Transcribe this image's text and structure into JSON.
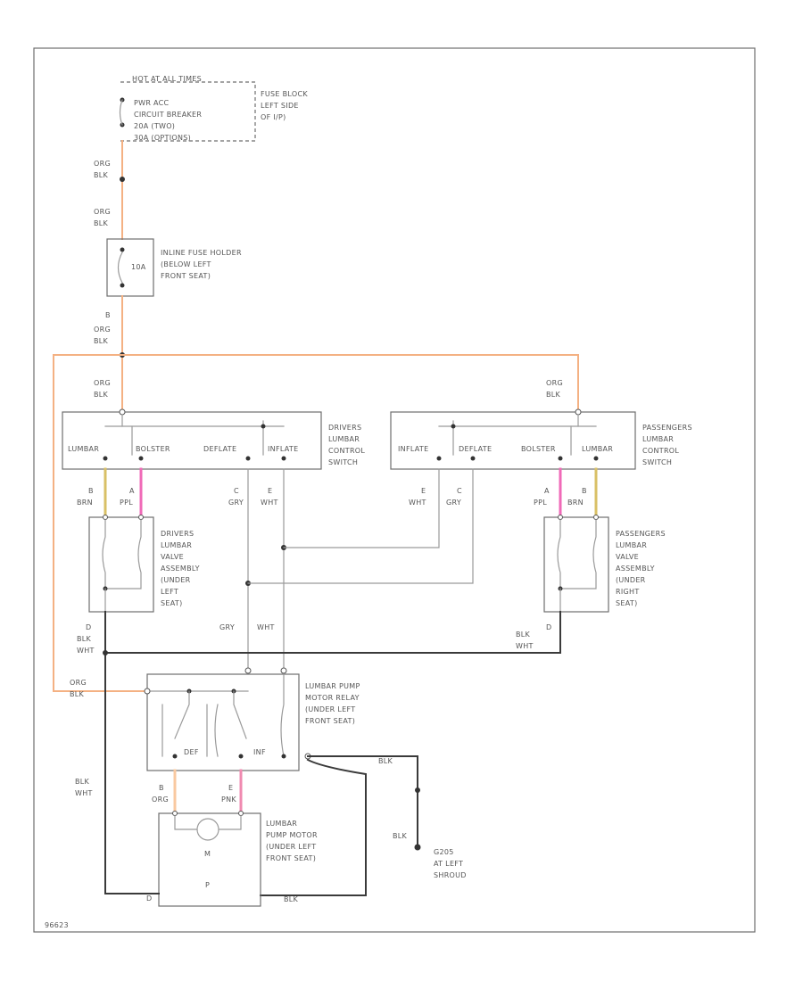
{
  "labels": {
    "hot": "HOT AT ALL TIMES",
    "fuse_title": "PWR ACC",
    "fuse_l2": "CIRCUIT BREAKER",
    "fuse_l3": "20A (TWO)",
    "fuse_l4": "30A (OPTIONS)",
    "fuseblock_l1": "FUSE BLOCK",
    "fuseblock_l2": "LEFT SIDE",
    "fuseblock_l3": "OF I/P)",
    "inline_l1": "INLINE FUSE HOLDER",
    "inline_l2": "(BELOW LEFT",
    "inline_l3": "FRONT SEAT)",
    "fuse10": "10A",
    "drv_sw_l1": "DRIVERS",
    "drv_sw_l2": "LUMBAR",
    "drv_sw_l3": "CONTROL",
    "drv_sw_l4": "SWITCH",
    "pas_sw_l1": "PASSENGERS",
    "pas_sw_l2": "LUMBAR",
    "pas_sw_l3": "CONTROL",
    "pas_sw_l4": "SWITCH",
    "lumbar": "LUMBAR",
    "bolster": "BOLSTER",
    "deflate": "DEFLATE",
    "inflate": "INFLATE",
    "drv_valve_l1": "DRIVERS",
    "drv_valve_l2": "LUMBAR",
    "drv_valve_l3": "VALVE",
    "drv_valve_l4": "ASSEMBLY",
    "drv_valve_l5": "(UNDER",
    "drv_valve_l6": "LEFT",
    "drv_valve_l7": "SEAT)",
    "pas_valve_l1": "PASSENGERS",
    "pas_valve_l2": "LUMBAR",
    "pas_valve_l3": "VALVE",
    "pas_valve_l4": "ASSEMBLY",
    "pas_valve_l5": "(UNDER",
    "pas_valve_l6": "RIGHT",
    "pas_valve_l7": "SEAT)",
    "relay_l1": "LUMBAR PUMP",
    "relay_l2": "MOTOR RELAY",
    "relay_l3": "(UNDER LEFT",
    "relay_l4": "FRONT SEAT)",
    "relay_def": "DEF",
    "relay_inf": "INF",
    "motor_l1": "LUMBAR",
    "motor_l2": "PUMP MOTOR",
    "motor_l3": "(UNDER LEFT",
    "motor_l4": "FRONT SEAT)",
    "motor_m": "M",
    "motor_p": "P",
    "ground_l1": "G205",
    "ground_l2": "AT LEFT",
    "ground_l3": "SHROUD",
    "diagram_id": "96623"
  },
  "wires": {
    "org": "ORG",
    "blk": "BLK",
    "brn": "BRN",
    "ppl": "PPL",
    "gry": "GRY",
    "wht": "WHT",
    "pnk": "PNK"
  },
  "pins": {
    "a": "A",
    "b": "B",
    "c": "C",
    "d": "D",
    "e": "E"
  },
  "colors": {
    "orange": "#f4b183",
    "pink": "#f06ab8",
    "yellow": "#d9c066"
  }
}
